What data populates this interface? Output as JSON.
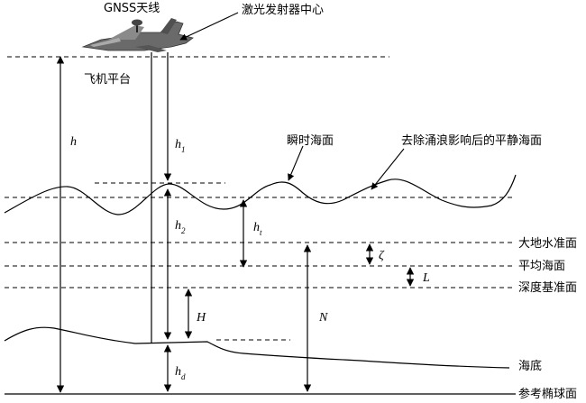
{
  "labels": {
    "gnss_antenna": "GNSS天线",
    "laser_center": "激光发射器中心",
    "aircraft_platform": "飞机平台",
    "instant_sea": "瞬时海面",
    "calm_sea": "去除涌浪影响后的平静海面",
    "geodetic_datum": "大地水准面",
    "mean_sea_level": "平均海面",
    "depth_datum": "深度基准面",
    "seabed": "海底",
    "ellipsoid": "参考椭球面"
  },
  "symbols": {
    "h": "h",
    "h1": "h",
    "h1_sub": "1",
    "h2": "h",
    "h2_sub": "2",
    "ht": "h",
    "ht_sub": "t",
    "hd": "h",
    "hd_sub": "d",
    "zeta": "ζ",
    "L": "L",
    "H": "H",
    "N": "N"
  }
}
